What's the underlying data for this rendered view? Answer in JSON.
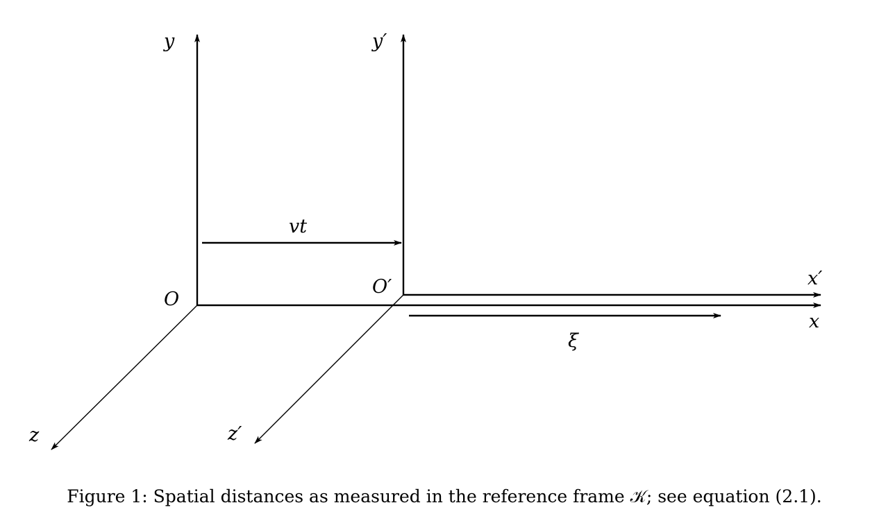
{
  "labels": {
    "y": "y",
    "y_prime": "y′",
    "origin": "O",
    "origin_prime": "O′",
    "x": "x",
    "x_prime": "x′",
    "z": "z",
    "z_prime": "z′",
    "vt": "vt",
    "xi": "ξ"
  },
  "caption": "Figure 1: Spatial distances as measured in the reference frame 𝒦; see equation (2.1)."
}
